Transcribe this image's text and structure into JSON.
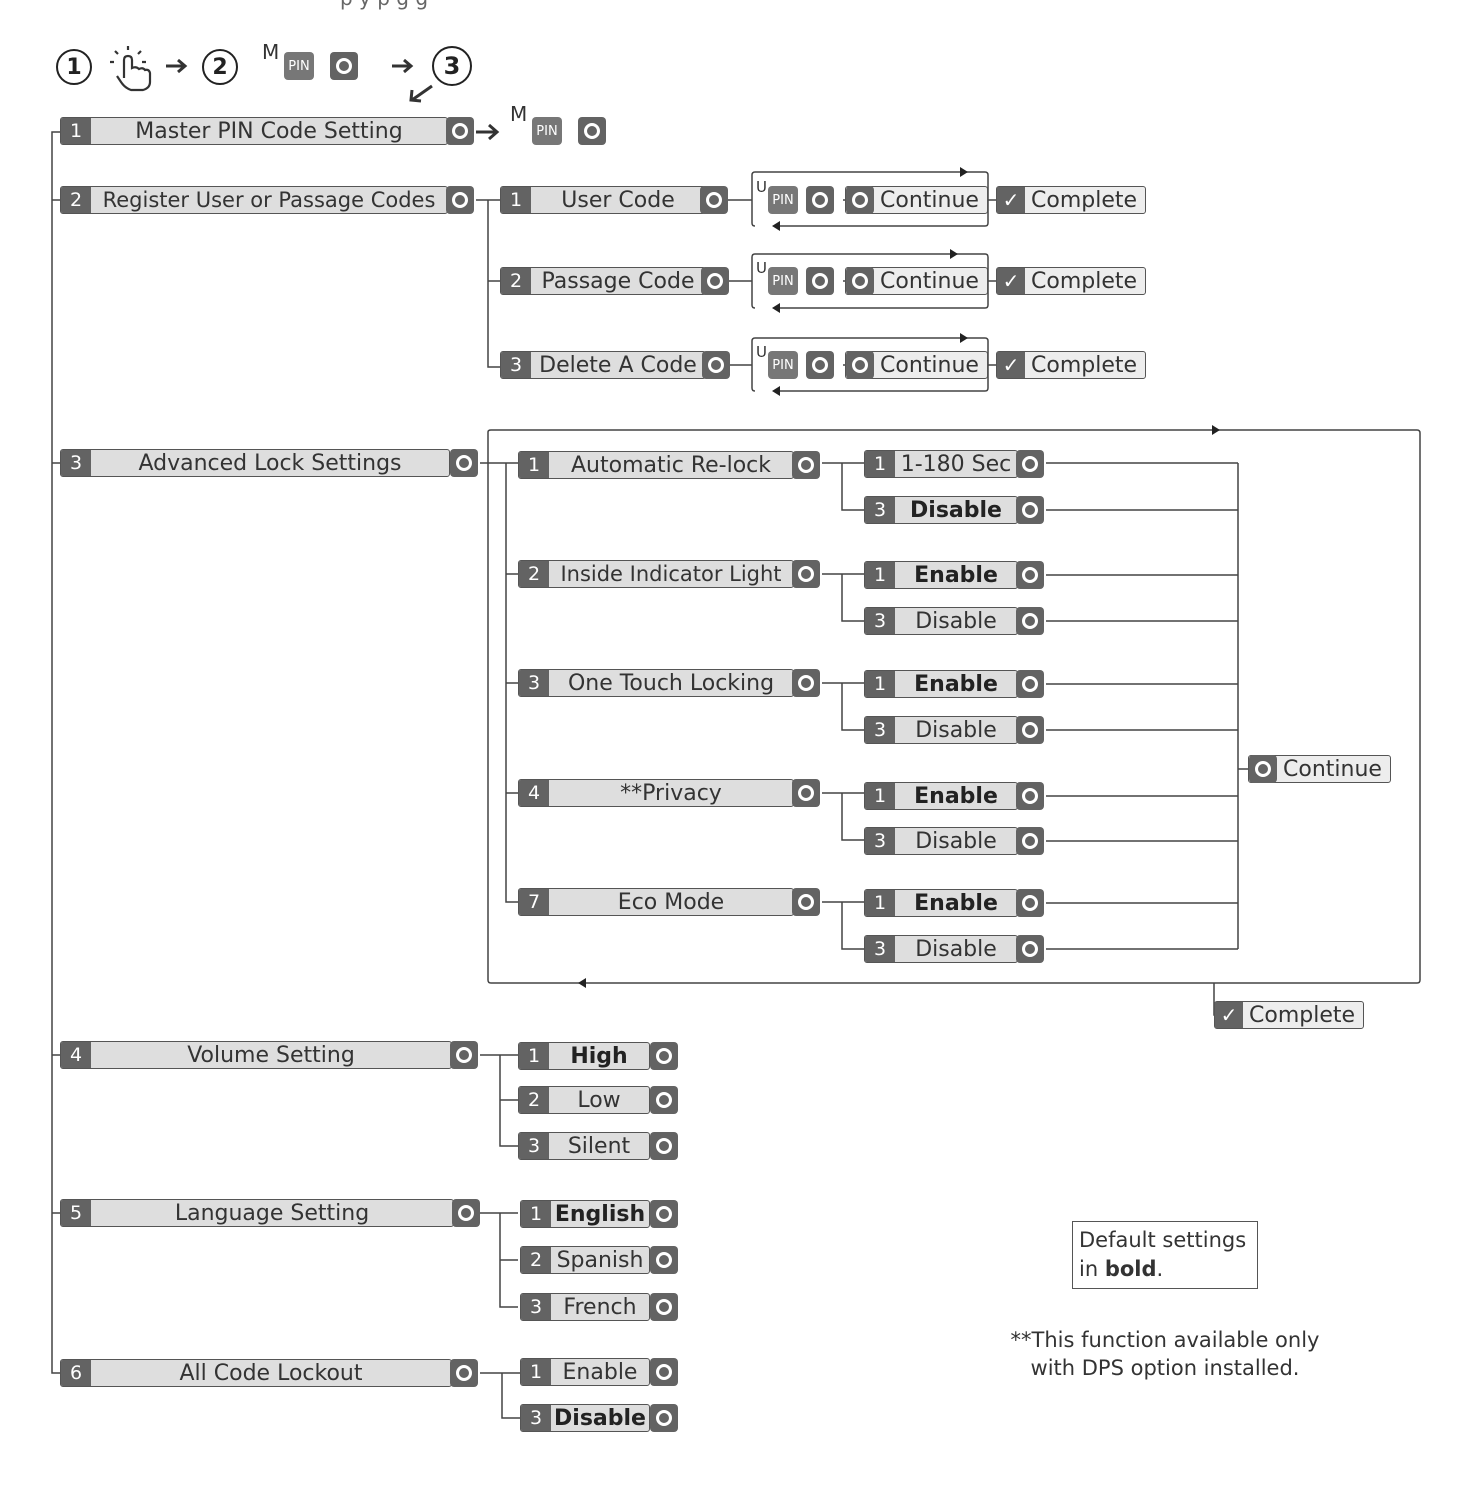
{
  "caption": "                 p          y          p  g       g",
  "steps": {
    "s1": "1",
    "s2": "2",
    "s3": "3",
    "master_sup": "M",
    "user_sup": "U",
    "pin_label": "PIN"
  },
  "menu": [
    {
      "num": "1",
      "label": "Master PIN Code Setting"
    },
    {
      "num": "2",
      "label": "Register User or Passage Codes"
    },
    {
      "num": "3",
      "label": "Advanced Lock Settings"
    },
    {
      "num": "4",
      "label": "Volume Setting"
    },
    {
      "num": "5",
      "label": "Language Setting"
    },
    {
      "num": "6",
      "label": "All Code Lockout"
    }
  ],
  "register": [
    {
      "num": "1",
      "label": "User Code"
    },
    {
      "num": "2",
      "label": "Passage Code"
    },
    {
      "num": "3",
      "label": "Delete A Code"
    }
  ],
  "advanced": [
    {
      "num": "1",
      "label": "Automatic Re-lock",
      "options": [
        {
          "num": "1",
          "label": "1-180 Sec",
          "default": false
        },
        {
          "num": "3",
          "label": "Disable",
          "default": true
        }
      ]
    },
    {
      "num": "2",
      "label": "Inside Indicator Light",
      "options": [
        {
          "num": "1",
          "label": "Enable",
          "default": true
        },
        {
          "num": "3",
          "label": "Disable",
          "default": false
        }
      ]
    },
    {
      "num": "3",
      "label": "One Touch Locking",
      "options": [
        {
          "num": "1",
          "label": "Enable",
          "default": true
        },
        {
          "num": "3",
          "label": "Disable",
          "default": false
        }
      ]
    },
    {
      "num": "4",
      "label": "**Privacy",
      "options": [
        {
          "num": "1",
          "label": "Enable",
          "default": true
        },
        {
          "num": "3",
          "label": "Disable",
          "default": false
        }
      ]
    },
    {
      "num": "7",
      "label": "Eco Mode",
      "options": [
        {
          "num": "1",
          "label": "Enable",
          "default": true
        },
        {
          "num": "3",
          "label": "Disable",
          "default": false
        }
      ]
    }
  ],
  "volume": [
    {
      "num": "1",
      "label": "High",
      "default": true
    },
    {
      "num": "2",
      "label": "Low",
      "default": false
    },
    {
      "num": "3",
      "label": "Silent",
      "default": false
    }
  ],
  "language": [
    {
      "num": "1",
      "label": "English",
      "default": true
    },
    {
      "num": "2",
      "label": "Spanish",
      "default": false
    },
    {
      "num": "3",
      "label": "French",
      "default": false
    }
  ],
  "lockout": [
    {
      "num": "1",
      "label": "Enable",
      "default": false
    },
    {
      "num": "3",
      "label": "Disable",
      "default": true
    }
  ],
  "continue_label": "Continue",
  "complete_label": "Complete",
  "note": {
    "line1": "Default settings",
    "line2_prefix": "in ",
    "line2_bold": "bold",
    "line2_suffix": "."
  },
  "footnote": {
    "line1": "**This function available only",
    "line2": "with DPS option installed."
  }
}
